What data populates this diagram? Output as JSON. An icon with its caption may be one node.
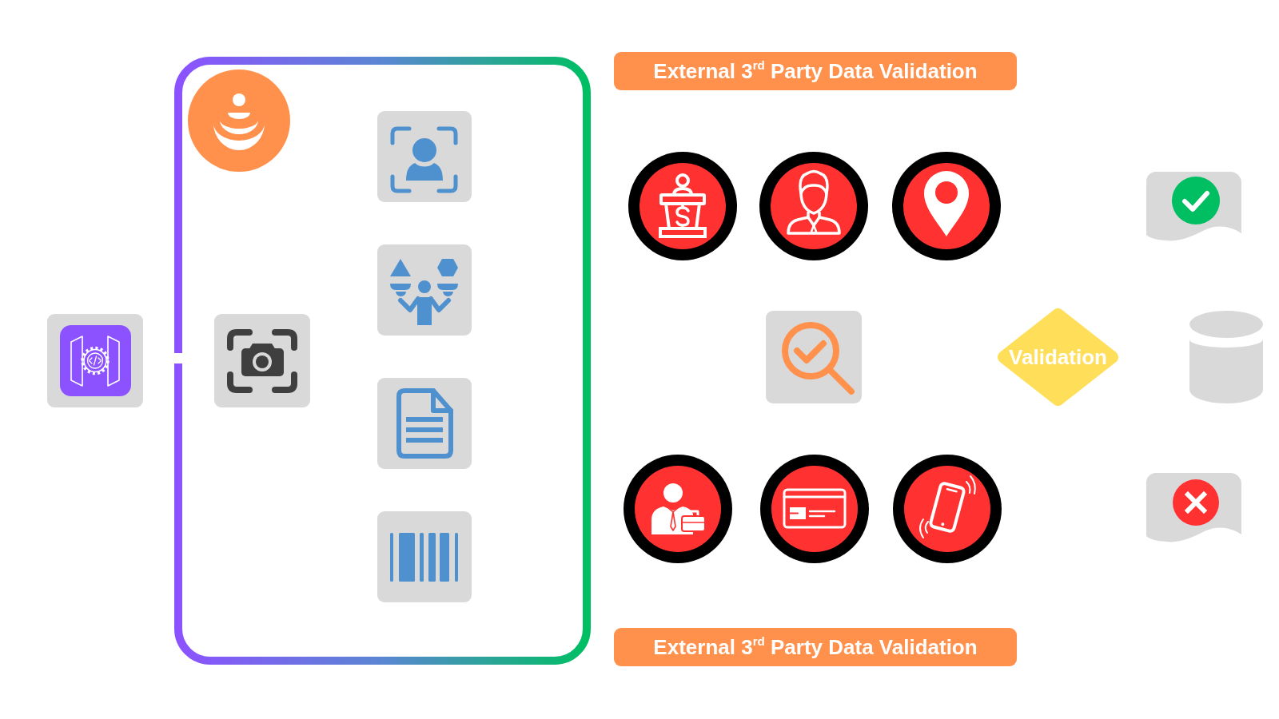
{
  "diagram": {
    "nodes": [
      {
        "text": [
          "External 3$^{rd}$ Party Data Validation"
        ]
      },
      {
        "text": [
          "Validation"
        ]
      },
      {
        "text": [
          "External 3$^{rd}$ Party Data Validation"
        ]
      }
    ]
  }
}
